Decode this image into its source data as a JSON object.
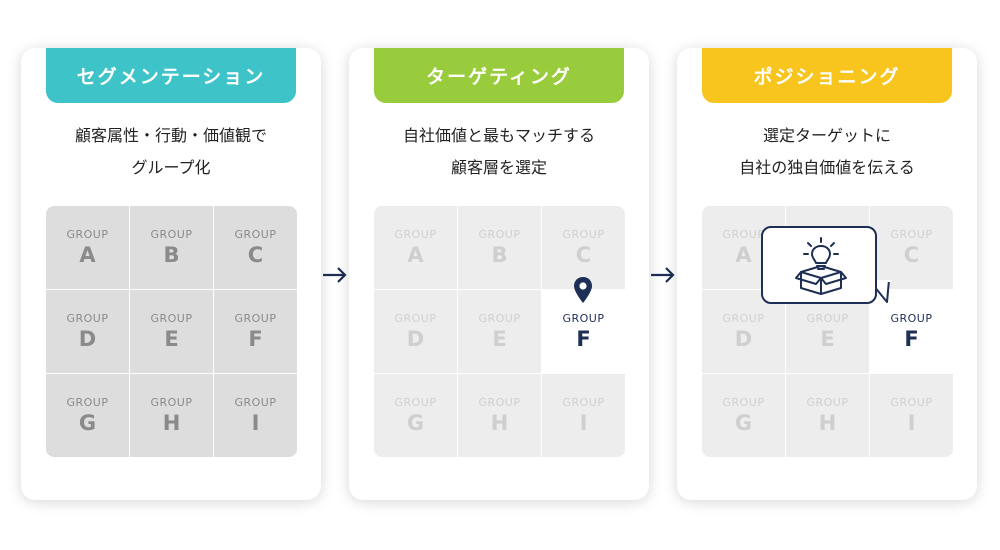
{
  "colors": {
    "segmentation": "#3ec3c9",
    "targeting": "#98cc3c",
    "positioning": "#f7c51d",
    "navy": "#1e2f55"
  },
  "cards": [
    {
      "title": "セグメンテーション",
      "desc_line1": "顧客属性・行動・価値観で",
      "desc_line2": "グループ化"
    },
    {
      "title": "ターゲティング",
      "desc_line1": "自社価値と最もマッチする",
      "desc_line2": "顧客層を選定"
    },
    {
      "title": "ポジショニング",
      "desc_line1": "選定ターゲットに",
      "desc_line2": "自社の独自価値を伝える"
    }
  ],
  "group_word": "GROUP",
  "groups": [
    "A",
    "B",
    "C",
    "D",
    "E",
    "F",
    "G",
    "H",
    "I"
  ],
  "selected_group": "F",
  "icons": {
    "arrow": "right-arrow-icon",
    "pin": "location-pin-icon",
    "idea": "lightbulb-box-icon"
  }
}
